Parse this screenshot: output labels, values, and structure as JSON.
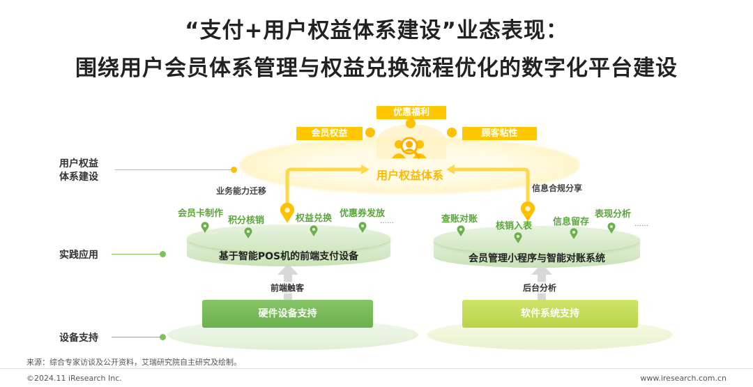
{
  "title": {
    "line1": "“支付+用户权益体系建设”业态表现：",
    "line2": "围绕用户会员体系管理与权益兑换流程优化的数字化平台建设"
  },
  "left_labels": {
    "layer1_a": "用户权益",
    "layer1_b": "体系建设",
    "layer2": "实践应用",
    "layer3": "设备支持"
  },
  "top": {
    "center": "用户权益体系",
    "badges": [
      "优惠福利",
      "会员权益",
      "顾客粘性"
    ]
  },
  "arrows": {
    "left": "业务能力迁移",
    "right": "信息合规分享",
    "left_up": "前端触客",
    "right_up": "后台分析"
  },
  "left_platform": {
    "title": "基于智能POS机的前端支付设备",
    "items": [
      "会员卡制作",
      "积分核销",
      "权益兑换",
      "优惠券发放"
    ],
    "more": "……",
    "base": "硬件设备支持"
  },
  "right_platform": {
    "title": "会员管理小程序与智能对账系统",
    "items": [
      "查账对账",
      "核销入表",
      "信息留存",
      "表现分析"
    ],
    "more": "……",
    "base": "软件系统支持"
  },
  "footer": {
    "source": "来源：综合专家访谈及公开资料，艾瑞研究院自主研究及绘制。",
    "copyright": "©2024.11 iResearch Inc.",
    "url": "www.iresearch.com.cn"
  },
  "colors": {
    "yellow": "#ffc700",
    "green": "#5aa63a",
    "lime": "#b8d64a"
  }
}
